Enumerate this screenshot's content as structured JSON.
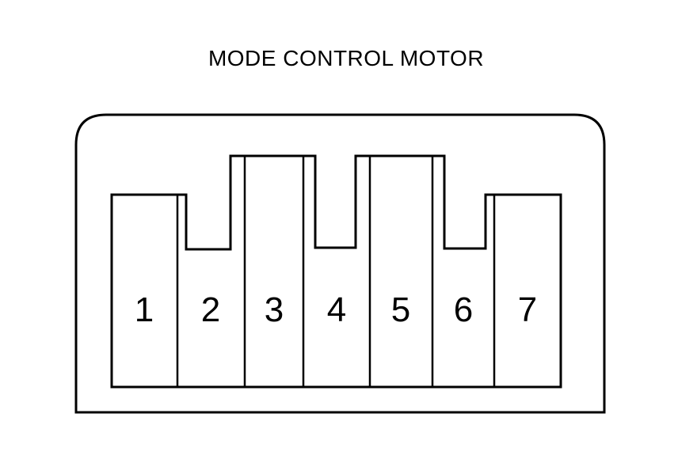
{
  "title": "MODE CONTROL MOTOR",
  "diagram": {
    "type": "connector-pinout-diagram",
    "component_name": "MODE CONTROL MOTOR",
    "pin_count": 7,
    "colors": {
      "line": "#000000",
      "background": "#ffffff"
    },
    "pins": [
      {
        "label": "1",
        "cavity_height": "medium"
      },
      {
        "label": "2",
        "cavity_height": "short"
      },
      {
        "label": "3",
        "cavity_height": "tall"
      },
      {
        "label": "4",
        "cavity_height": "short"
      },
      {
        "label": "5",
        "cavity_height": "tall"
      },
      {
        "label": "6",
        "cavity_height": "short"
      },
      {
        "label": "7",
        "cavity_height": "medium"
      }
    ]
  }
}
